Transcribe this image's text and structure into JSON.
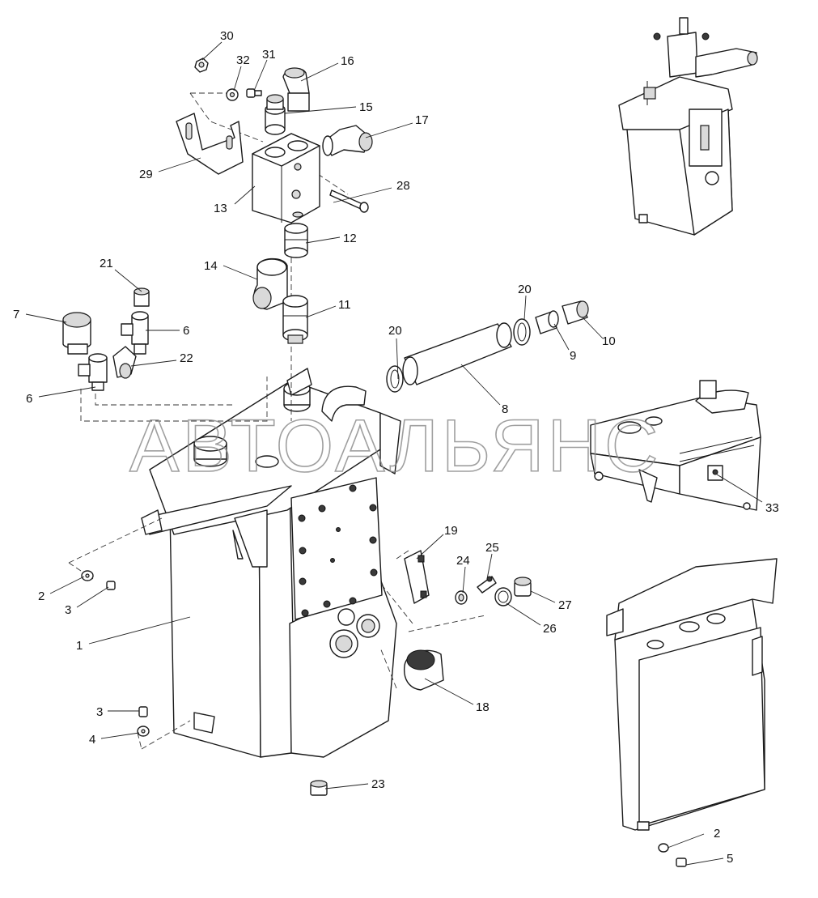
{
  "diagram": {
    "watermark": "АВТОАЛЬЯНС",
    "callouts": [
      {
        "id": "c1",
        "label": "1"
      },
      {
        "id": "c2a",
        "label": "2"
      },
      {
        "id": "c2b",
        "label": "2"
      },
      {
        "id": "c3a",
        "label": "3"
      },
      {
        "id": "c3b",
        "label": "3"
      },
      {
        "id": "c4",
        "label": "4"
      },
      {
        "id": "c5",
        "label": "5"
      },
      {
        "id": "c6a",
        "label": "6"
      },
      {
        "id": "c6b",
        "label": "6"
      },
      {
        "id": "c7",
        "label": "7"
      },
      {
        "id": "c8",
        "label": "8"
      },
      {
        "id": "c9",
        "label": "9"
      },
      {
        "id": "c10",
        "label": "10"
      },
      {
        "id": "c11",
        "label": "11"
      },
      {
        "id": "c12",
        "label": "12"
      },
      {
        "id": "c13",
        "label": "13"
      },
      {
        "id": "c14",
        "label": "14"
      },
      {
        "id": "c15",
        "label": "15"
      },
      {
        "id": "c16",
        "label": "16"
      },
      {
        "id": "c17",
        "label": "17"
      },
      {
        "id": "c18",
        "label": "18"
      },
      {
        "id": "c19",
        "label": "19"
      },
      {
        "id": "c20a",
        "label": "20"
      },
      {
        "id": "c20b",
        "label": "20"
      },
      {
        "id": "c21",
        "label": "21"
      },
      {
        "id": "c22",
        "label": "22"
      },
      {
        "id": "c23",
        "label": "23"
      },
      {
        "id": "c24",
        "label": "24"
      },
      {
        "id": "c25",
        "label": "25"
      },
      {
        "id": "c26",
        "label": "26"
      },
      {
        "id": "c27",
        "label": "27"
      },
      {
        "id": "c28",
        "label": "28"
      },
      {
        "id": "c29",
        "label": "29"
      },
      {
        "id": "c30",
        "label": "30"
      },
      {
        "id": "c31",
        "label": "31"
      },
      {
        "id": "c32",
        "label": "32"
      },
      {
        "id": "c33",
        "label": "33"
      }
    ]
  }
}
